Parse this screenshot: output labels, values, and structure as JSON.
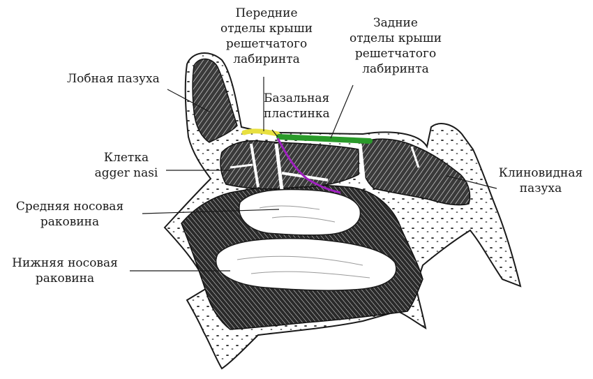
{
  "labels": {
    "frontal_sinus": "Лобная пазуха",
    "anterior_roof": "Передние\nотделы крыши\nрешетчатого\nлабиринта",
    "posterior_roof": "Задние\nотделы крыши\nрешетчатого\nлабиринта",
    "basal_lamella": "Базальная\nпластинка",
    "agger_nasi": "Клетка\nagger nasi",
    "sphenoid_sinus": "Клиновидная\nпазуха",
    "middle_turbinate": "Средняя носовая\nраковина",
    "inferior_turbinate": "Нижняя носовая\nраковина"
  },
  "colors": {
    "anterior_roof": "#e8e040",
    "posterior_roof": "#2a9a2a",
    "basal_lamella": "#a020c0",
    "ink": "#151515",
    "bone": "#ffffff"
  }
}
